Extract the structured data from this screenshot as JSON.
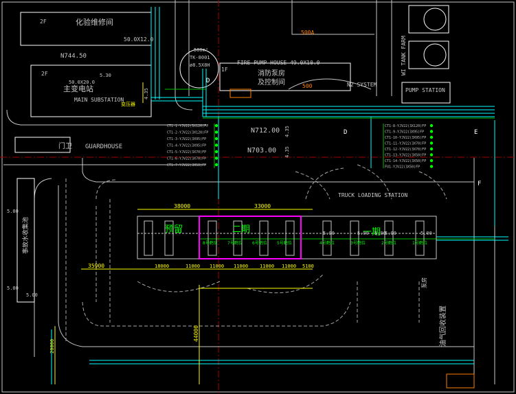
{
  "colors": {
    "background": "#000000",
    "road": "#c8c8c8",
    "building": "#ffffff",
    "pipe": "#00ffff",
    "pipe_green": "#00c000",
    "dimension": "#ffff00",
    "phase_box": "#ff00ff",
    "label_green": "#00ff00",
    "grid_red": "#a00000",
    "pad": "#ff8000"
  },
  "buildings": {
    "maintenance": {
      "floor": "2F",
      "cn": "化验维修间",
      "size": "50.0X12.0"
    },
    "main_substation": {
      "floor": "2F",
      "cn": "主变电站",
      "en": "MAIN SUBSTATION",
      "size": "50.0X20.0",
      "dim": "5.30"
    },
    "fire_pump_house": {
      "floor": "1F",
      "en": "FIRE PUMP HOUSE 49.0X10.0",
      "cn_line1": "消防泵房",
      "cn_line2": "及控制间"
    },
    "guardhouse": {
      "cn": "门卫",
      "en": "GUARDHOUSE"
    },
    "pump_station": {
      "en": "PUMP STATION"
    },
    "tank_farm": {
      "en": "WI TANK FARM"
    },
    "sea_tank": {
      "cn": "事故水收集池"
    },
    "vapor_unit": {
      "cn": "油气回收装置"
    }
  },
  "labels": {
    "n_small_1": "N744.50",
    "n_712": "N712.00",
    "n_703": "N703.00",
    "n2_system": "N2 SYSTEM",
    "tank_500a": "500A",
    "tank_500": "500",
    "tank_note_1": "500m²",
    "tank_note_2": "TK-8001",
    "tank_note_3": "ø8.5X8H",
    "truck_loading": "TRUCK LOADING STATION",
    "reserved": "预留",
    "phase2": "二期",
    "phase1": "一期",
    "pump_tag": "泵房",
    "side_five": "5.00",
    "side_dim_1": "5.00",
    "side_dim_2": "5.00",
    "subst_sub": "变压器"
  },
  "dimensions": {
    "top_left": "38000",
    "top_right": "33000",
    "bottom_total": "35900",
    "bays": [
      "18000",
      "11000",
      "11000",
      "11000",
      "11000",
      "11000",
      "5100"
    ],
    "vertical": "44000",
    "left_vert": "20000",
    "bay_heights": [
      "5.00",
      "5.00",
      "5.00",
      "5.00",
      "5.00"
    ]
  },
  "bays": {
    "phase2_names": [
      "8号鹤位",
      "7号鹤位",
      "6号鹤位",
      "5号鹤位"
    ],
    "phase1_names": [
      "4号鹤位",
      "3号鹤位",
      "2号鹤位",
      "1号鹤位"
    ]
  },
  "cable_tags_left": [
    "CT1-1-YJV22(3X120)FP",
    "CT1-2-YJV22(3X120)FP",
    "CT1-3-YJV22(3X95)FP",
    "CT1-4-YJV22(3X95)FP",
    "CT1-5-YJV22(3X70)FP",
    "CT1-6-YJV22(3X70)FP",
    "CT1-7-YJV22(3X50)FP"
  ],
  "cable_tags_right": [
    "CT1-8-YJV22(3X120)FP",
    "CT1-9-YJV22(3X95)FP",
    "CT1-10-YJV22(3X95)FP",
    "CT1-11-YJV22(3X70)FP",
    "CT1-12-YJV22(3X70)FP",
    "CT1-13-YJV22(3X50)FP",
    "CT1-14-YJV22(3X50)FP",
    "FU1-YJV22(3X50)FP"
  ],
  "axis_letters": [
    "D",
    "D",
    "E",
    "F"
  ],
  "elevation_numbers": [
    "4.35",
    "4.35",
    "4.35"
  ]
}
